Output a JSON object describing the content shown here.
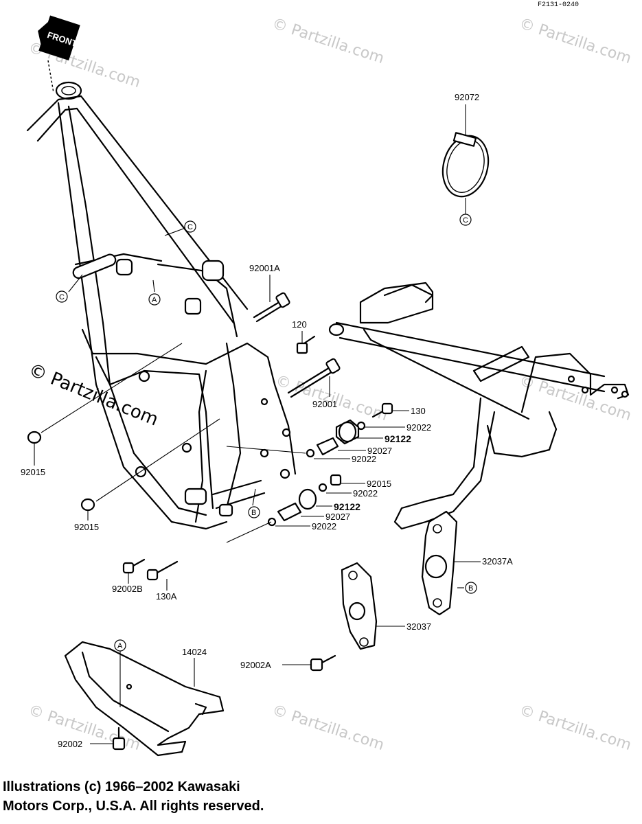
{
  "figure_code": "F2131-0240",
  "front_label": "FRONT",
  "watermark": "© Partzilla.com",
  "callouts": [
    "A",
    "B",
    "C"
  ],
  "parts": {
    "p92072": "92072",
    "p92001A": "92001A",
    "p120": "120",
    "p92001": "92001",
    "p130": "130",
    "p92022a": "92022",
    "p92122a": "92122",
    "p92027a": "92027",
    "p92022b": "92022",
    "p92015a": "92015",
    "p92015b": "92015",
    "p92015c": "92015",
    "p92022c": "92022",
    "p92122b": "92122",
    "p92027b": "92027",
    "p92022d": "92022",
    "p92002B": "92002B",
    "p130A": "130A",
    "p32037A": "32037A",
    "p32037": "32037",
    "p92002A": "92002A",
    "p14024": "14024",
    "p92002": "92002"
  },
  "copyright": {
    "line1": "Illustrations (c) 1966–2002 Kawasaki",
    "line2": "Motors Corp., U.S.A.  All rights reserved."
  }
}
